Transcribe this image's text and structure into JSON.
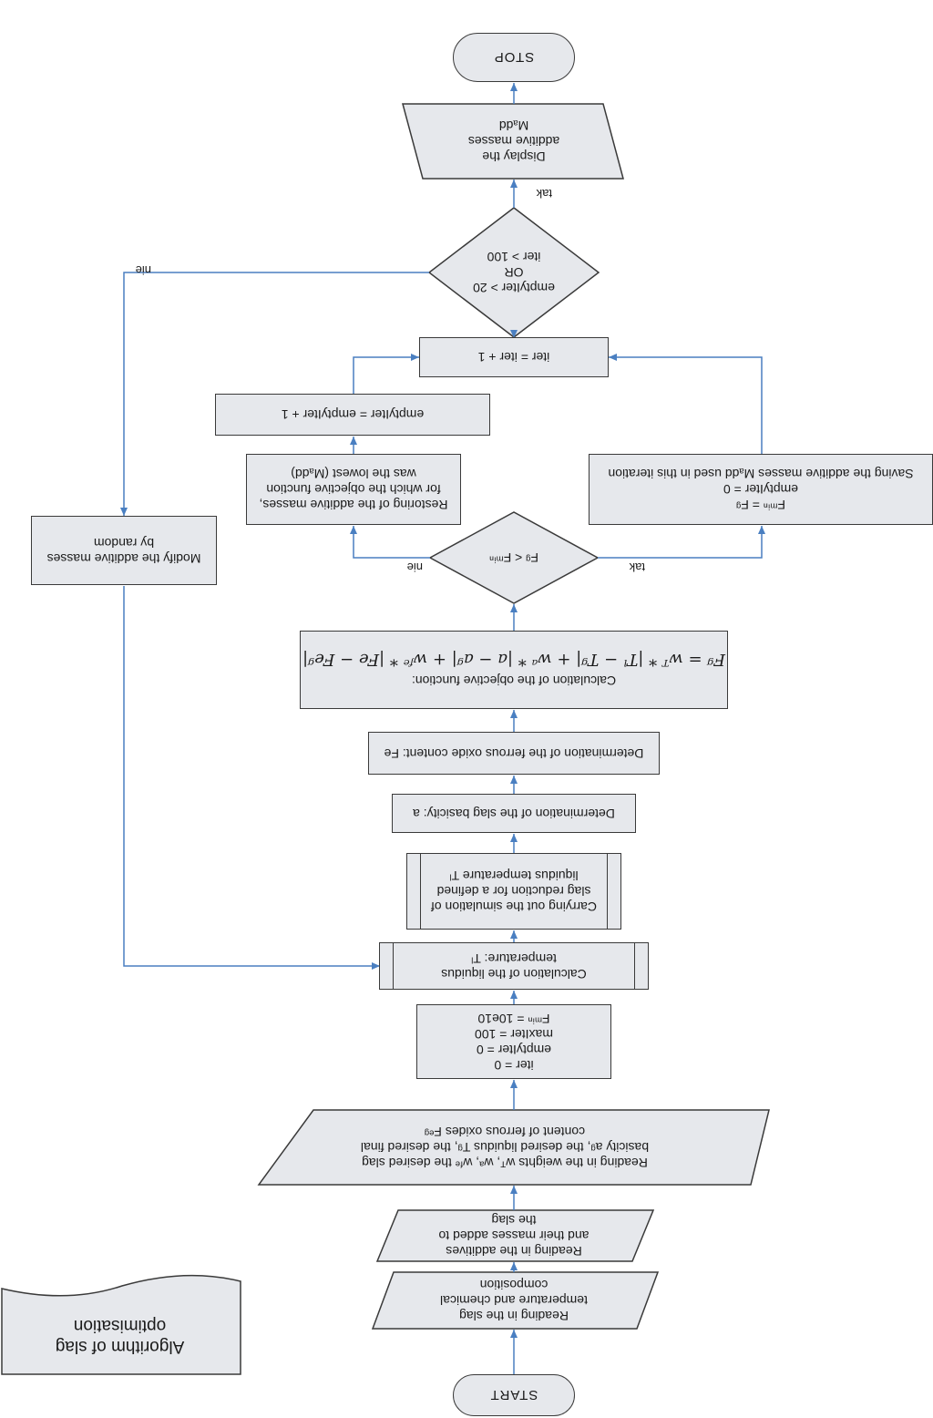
{
  "title": "Algorithm of slag optimisation",
  "start": "START",
  "stop": "STOP",
  "read_slag": [
    "Reading in the slag",
    "temperature and chemical",
    "composition"
  ],
  "read_additives": [
    "Reading in the additives",
    "and their masses added to",
    "the slag"
  ],
  "read_weights": [
    "Reading in the weights wᵀ, wᵃ, wᶠᵉ the desired slag",
    "basicity aᵍ, the desired liquidus Tᵍ, the desired final",
    "content of ferrous oxides Fᵉᵍ"
  ],
  "init": [
    "iter = 0",
    "emptyIter = 0",
    "maxIter = 100",
    "Fᵐⁱⁿ = 10e10"
  ],
  "calc_liquidus": [
    "Calculation of the liquidus",
    "temperature: Tˡ"
  ],
  "simulation": [
    "Carrying out the simulation of",
    "slag reduction for a defined",
    "liquidus temperature Tˡ"
  ],
  "basicity": "Determination of the slag basicity: a",
  "ferrous": "Determination of the ferrous oxide content: Fe",
  "objective": {
    "label": "Calculation of the objective function:",
    "formula": "Fᵍ = wᵀ * |Tˡ − Tᵍ| + wᵃ * |a − aᵍ| + wᶠᵉ * |Fe − Feᵍ|"
  },
  "decision_f": "Fᵍ < Fᵐⁱⁿ",
  "restore": [
    "Restoring of the additive masses,",
    "for which the objective function",
    "was the lowest (Mₐdd)"
  ],
  "saving": [
    "Fᵐⁱⁿ = Fᵍ",
    "emptyIter = 0",
    "Saving the additive masses Mₐdd used in this iteration"
  ],
  "empty_inc": "emptyIter = emptyIter + 1",
  "iter_inc": "iter = iter + 1",
  "decision_end": [
    "emptyIter > 20",
    "OR",
    "iter > 100"
  ],
  "display": [
    "Display the",
    "additive masses",
    "Mₐdd"
  ],
  "modify": [
    "Modify the additive masses",
    "by random"
  ],
  "labels": {
    "yes": "tak",
    "no": "nie"
  },
  "colors": {
    "box_fill": "#e6e8ec",
    "box_stroke": "#3a3a3a",
    "arrow": "#4a7fc1"
  }
}
